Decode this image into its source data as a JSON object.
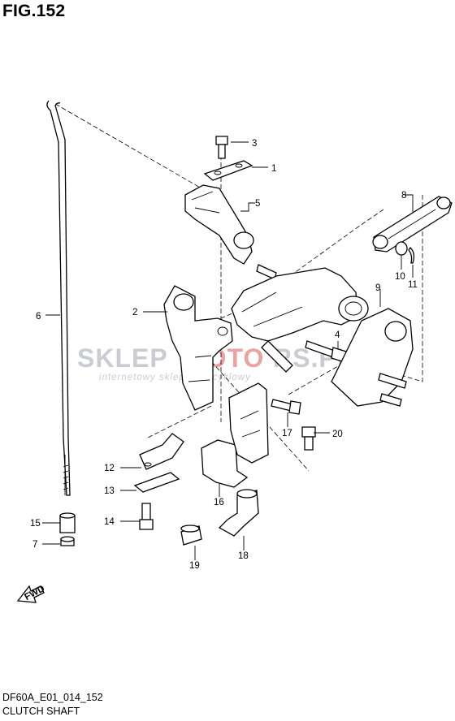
{
  "figure": {
    "title": "FIG.152",
    "model_code": "DF60A_E01_014_152",
    "name": "CLUTCH SHAFT"
  },
  "watermark": {
    "brand_left": "SKLEP",
    "brand_right": "MOTO",
    "brand_tail": "RS.PL",
    "tagline": "internetowy sklep motocyklowy"
  },
  "fwd_icon": {
    "label": "FWD"
  },
  "callouts": {
    "c1": "1",
    "c2": "2",
    "c3": "3",
    "c4": "4",
    "c5": "5",
    "c6": "6",
    "c7": "7",
    "c8": "8",
    "c9": "9",
    "c10": "10",
    "c11": "11",
    "c12": "12",
    "c13": "13",
    "c14": "14",
    "c15": "15",
    "c16": "16",
    "c17": "17",
    "c18": "18",
    "c19": "19",
    "c20": "20"
  },
  "colors": {
    "line": "#000000",
    "watermark_gray": "#c9ccd2",
    "watermark_red": "#e9a3a3"
  }
}
